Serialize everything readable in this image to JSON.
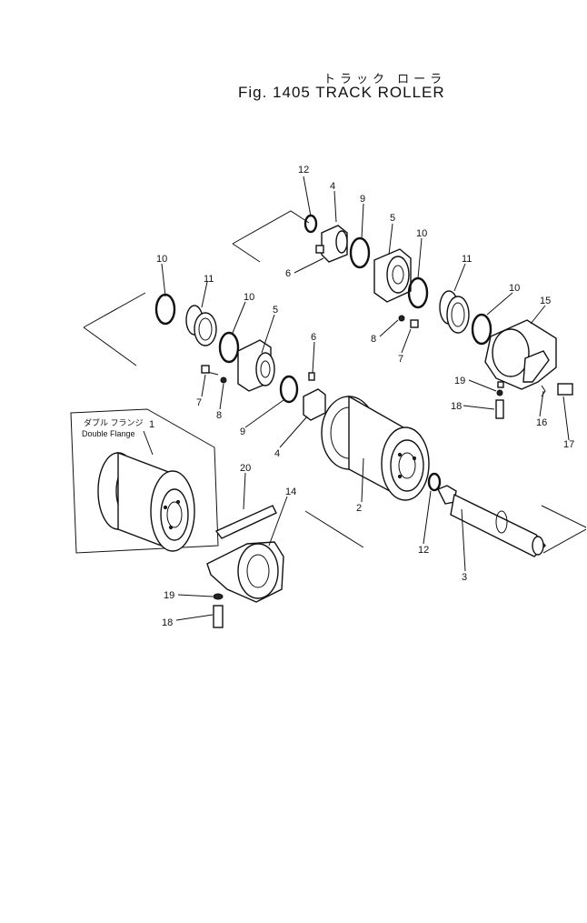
{
  "title": {
    "japanese": "トラック ローラ",
    "main": "Fig. 1405  TRACK ROLLER"
  },
  "inset": {
    "label_jp": "ダブル フランジ",
    "label_en": "Double Flange",
    "part_no": "1"
  },
  "callouts": {
    "c12a": "12",
    "c4a": "4",
    "c9a": "9",
    "c5a": "5",
    "c6a": "6",
    "c10a": "10",
    "c11a": "11",
    "c10b": "10",
    "c15": "15",
    "c8a": "8",
    "c7a": "7",
    "c19a": "19",
    "c18a": "18",
    "c16": "16",
    "c17": "17",
    "c10c": "10",
    "c11b": "11",
    "c10d": "10",
    "c5b": "5",
    "c7b": "7",
    "c8b": "8",
    "c6b": "6",
    "c9b": "9",
    "c4b": "4",
    "c2": "2",
    "c12b": "12",
    "c3": "3",
    "c20": "20",
    "c14": "14",
    "c19b": "19",
    "c18b": "18"
  }
}
